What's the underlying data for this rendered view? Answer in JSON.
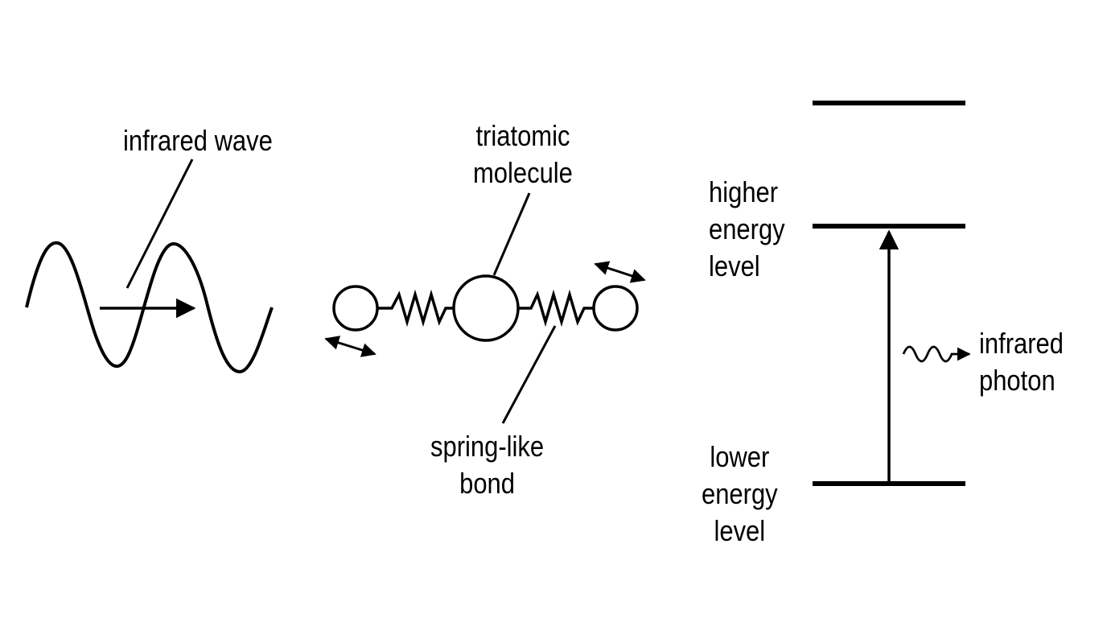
{
  "colors": {
    "ink": "#000000",
    "background": "#ffffff"
  },
  "labels": {
    "infrared_wave": "infrared wave",
    "triatomic_molecule": [
      "triatomic",
      "molecule"
    ],
    "spring_like_bond": [
      "spring-like",
      "bond"
    ],
    "higher_energy_level": [
      "higher",
      "energy",
      "level"
    ],
    "lower_energy_level": [
      "lower",
      "energy",
      "level"
    ],
    "infrared_photon": [
      "infrared",
      "photon"
    ]
  }
}
